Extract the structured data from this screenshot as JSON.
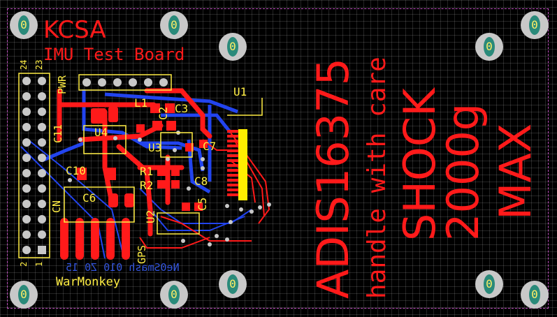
{
  "board": {
    "title": "KCSA",
    "subtitle": "IMU Test Board",
    "sensor_label": "ADIS16375",
    "handle_label": "handle with care",
    "shock_label": "SHOCK",
    "shock_value": "2000g",
    "max_label": "MAX",
    "author": "WarMonkey",
    "mirrored_text": "Ne0Smash 010 Z0 15"
  },
  "designators": {
    "u1": "U1",
    "u2": "U2",
    "u3": "U3",
    "u4": "U4",
    "l1": "L1",
    "c2": "C2",
    "c3": "C3",
    "c5": "C5",
    "c6": "C6",
    "c7": "C7",
    "c8": "C8",
    "c10": "C10",
    "c11": "C11",
    "r1": "R1",
    "r2": "R2",
    "pwr": "PWR",
    "cn": "CN",
    "gps": "GPS",
    "pin24": "24",
    "pin23": "23",
    "pin2": "2",
    "pin1": "1"
  },
  "mounting_hole_label": "0",
  "colors": {
    "top_copper": "#ff1a1a",
    "bottom_copper": "#2244ee",
    "silkscreen": "#ffee44",
    "pad": "#c8c8c8",
    "board_outline": "#c050c0",
    "connector_body": "#ffee00"
  }
}
